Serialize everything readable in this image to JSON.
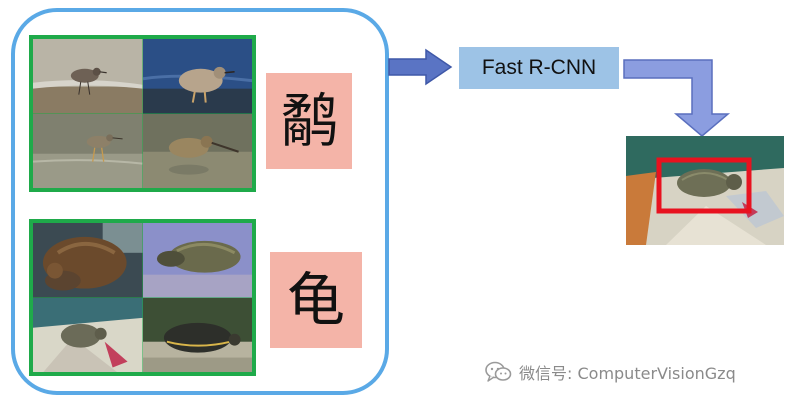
{
  "diagram": {
    "class_labels": {
      "bird": "鹬",
      "turtle": "龟"
    },
    "method_label": "Fast R-CNN",
    "watermark": "微信号: ComputerVisionGzq",
    "colors": {
      "panel_border": "#5aa9e6",
      "grid_border": "#1faa4a",
      "label_fill": "#f4b4a8",
      "method_fill": "#9dc3e6",
      "arrow_fill": "#5a74c4",
      "detection_box": "#e8121f"
    },
    "icons": [
      "wechat-icon",
      "arrow-right-icon",
      "arrow-down-icon"
    ]
  }
}
